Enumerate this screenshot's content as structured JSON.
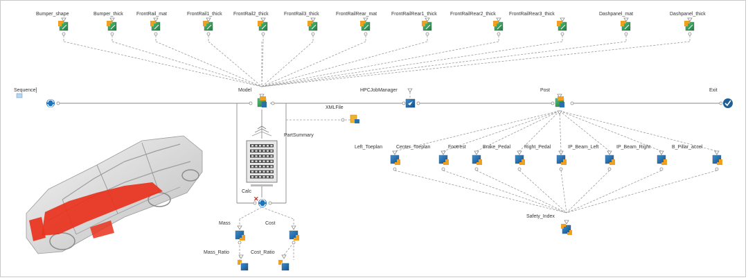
{
  "workflow": {
    "inputs": [
      "Bumper_shape",
      "Bumper_thick",
      "FrontRail_mat",
      "FrontRail1_thick",
      "FrontRail2_thick",
      "FrontRail3_thick",
      "FrontRailRear_mat",
      "FrontRailRear1_thick",
      "FrontRailRear2_thick",
      "FrontRailRear3_thick",
      "Dashpanel_mat",
      "Dashpanel_thick"
    ],
    "sequence_label": "Sequence]",
    "model_label": "Model",
    "hpc_label": "HPCJobManager",
    "xmlfile_label": "XMLFile",
    "post_label": "Post",
    "exit_label": "Exit",
    "partsummary_label": "PartSummary",
    "calc_label": "Calc",
    "outputs": [
      "Left_Toeplan",
      "Center_Toeplan",
      "Footrest",
      "Brake_Pedal",
      "Right_Pedal",
      "IP_Beam_Left",
      "IP_Beam_Right",
      "B_Pillar_accel"
    ],
    "safety_label": "Safety_Index",
    "mass_label": "Mass",
    "cost_label": "Cost",
    "mass_ratio_label": "Mass_Ratio",
    "cost_ratio_label": "Cost_Ratio"
  },
  "colors": {
    "input_green": "#2e9a5a",
    "output_blue": "#1f6fb0",
    "arrow_orange": "#f0a020",
    "flow_blue": "#1e73be",
    "car_red": "#e8321c"
  }
}
